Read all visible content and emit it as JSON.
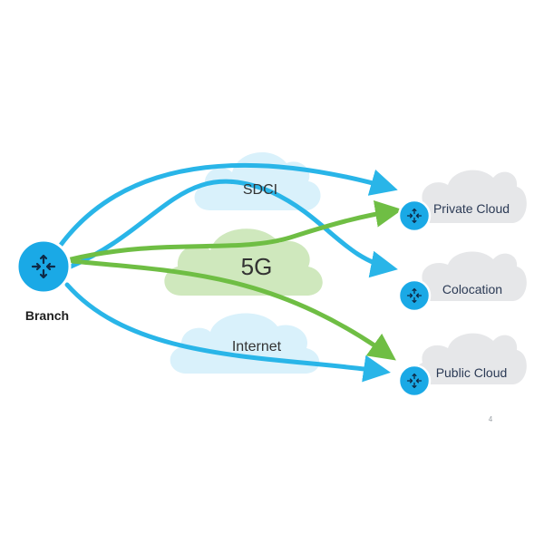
{
  "diagram": {
    "page_number": "4",
    "branch": {
      "label": "Branch"
    },
    "transport_clouds": [
      {
        "id": "sdci",
        "label": "SDCI"
      },
      {
        "id": "5g",
        "label": "5G"
      },
      {
        "id": "internet",
        "label": "Internet"
      }
    ],
    "destinations": [
      {
        "id": "private-cloud",
        "label": "Private Cloud"
      },
      {
        "id": "colocation",
        "label": "Colocation"
      },
      {
        "id": "public-cloud",
        "label": "Public Cloud"
      }
    ],
    "colors": {
      "blue_link": "#29b5e8",
      "green_link": "#6fbe44",
      "router_fill": "#1aa9e6",
      "router_ring": "#ffffff",
      "transport_cloud_blue": "#d9f1fb",
      "transport_cloud_green": "#cfe8bd",
      "destination_cloud": "#e6e7e9"
    }
  }
}
